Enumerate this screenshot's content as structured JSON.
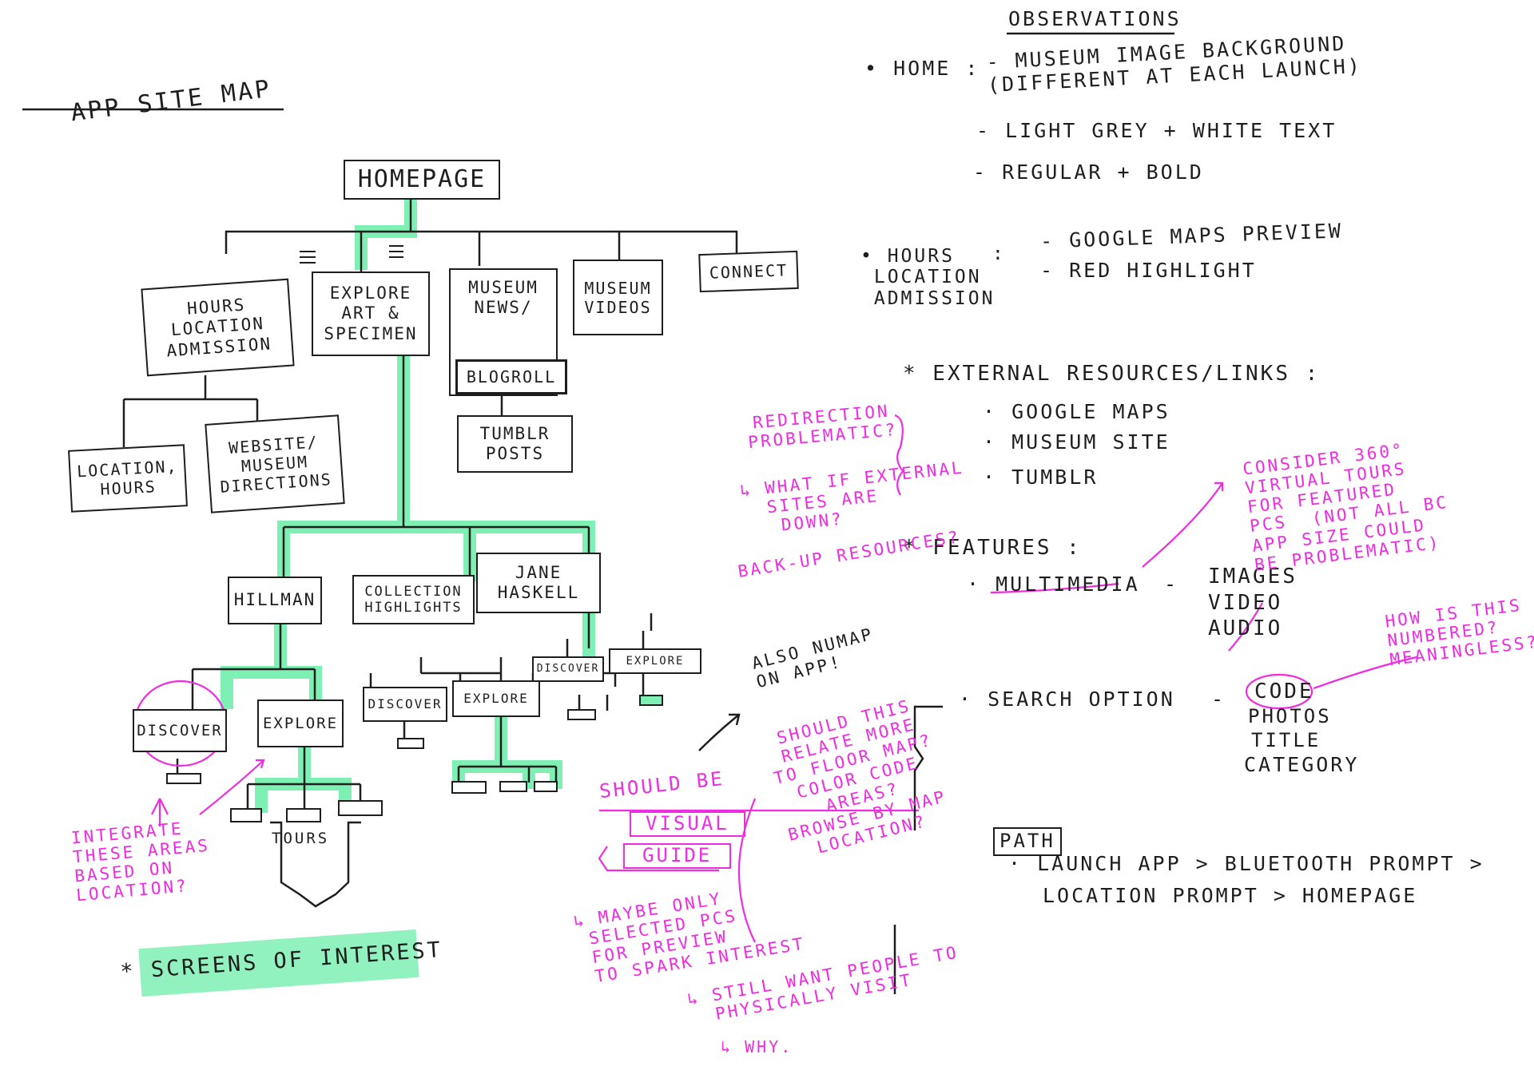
{
  "sitemap": {
    "title": "APP SITE MAP",
    "homepage": "HOMEPAGE",
    "hours": "HOURS\nLOCATION\nADMISSION",
    "explore_art": "EXPLORE\nART &\nSPECIMEN",
    "museum_news": "MUSEUM\nNEWS/",
    "museum_videos": "MUSEUM\nVIDEOS",
    "connect": "CONNECT",
    "blogroll": "BLOGROLL",
    "tumblr_posts": "TUMBLR\nPOSTS",
    "location_hours": "LOCATION,\nHOURS",
    "website_directions": "WEBSITE/\nMUSEUM\nDIRECTIONS",
    "hillman": "HILLMAN",
    "collection_highlights": "COLLECTION\nHIGHLIGHTS",
    "jane_haskell": "JANE\nHASKELL",
    "discover": "DISCOVER",
    "explore": "EXPLORE",
    "tours": "TOURS",
    "screens_of_interest": "* SCREENS OF INTEREST"
  },
  "observations": {
    "title": "OBSERVATIONS",
    "home_label": "• HOME :",
    "home_1": "- MUSEUM IMAGE BACKGROUND\n(DIFFERENT AT EACH LAUNCH)",
    "home_2": "- LIGHT GREY + WHITE TEXT",
    "home_3": "- REGULAR + BOLD",
    "hours_label": "• HOURS\n LOCATION\n ADMISSION",
    "hours_colon": ":",
    "hours_1": "- GOOGLE MAPS PREVIEW",
    "hours_2": "- RED HIGHLIGHT",
    "external_title": "* EXTERNAL RESOURCES/LINKS :",
    "external_items": [
      "· GOOGLE MAPS",
      "· MUSEUM SITE",
      "· TUMBLR"
    ],
    "features_title": "* FEATURES :",
    "multimedia": "· MULTIMEDIA",
    "multimedia_dash": "-",
    "multimedia_items": "IMAGES\nVIDEO\nAUDIO",
    "search": "· SEARCH OPTION",
    "search_dash": "-",
    "search_items": [
      "CODE",
      "PHOTOS",
      "TITLE",
      "CATEGORY"
    ],
    "path_title": "PATH",
    "path_1": "· LAUNCH APP > BLUETOOTH PROMPT >",
    "path_2": "LOCATION PROMPT > HOMEPAGE"
  },
  "annotations": {
    "redirection": "REDIRECTION\nPROBLEMATIC?",
    "external_down": "↳ WHAT IF EXTERNAL\n  SITES ARE\n   DOWN?",
    "backup": "BACK-UP RESOURCES?",
    "consider_360": "CONSIDER 360°\nVIRTUAL TOURS\nFOR FEATURED\nPCS  (NOT ALL BC\nAPP SIZE COULD\nBE PROBLEMATIC)",
    "numbered": "HOW IS THIS\nNUMBERED?\nMEANINGLESS?",
    "also_numap": "ALSO NUMAP\nON APP!",
    "should_relate": "SHOULD THIS\nRELATE MORE\nTO FLOOR MAP?\nCOLOR CODE\nAREAS?\nBROWSE BY MAP\nLOCATION?",
    "should_be": "SHOULD BE",
    "visual": "VISUAL",
    "guide": "GUIDE",
    "maybe_only": "↳ MAYBE ONLY\n SELECTED PCS\n FOR PREVIEW\n TO SPARK INTEREST",
    "still_want": "↳ STILL WANT PEOPLE TO\n  PHYSICALLY VISIT",
    "why": "↳ WHY.",
    "integrate": "INTEGRATE\nTHESE AREAS\nBASED ON\nLOCATION?"
  },
  "colors": {
    "ink": "#1e1e1e",
    "magenta": "#ee2ce0",
    "highlight": "#7ff0b4"
  }
}
